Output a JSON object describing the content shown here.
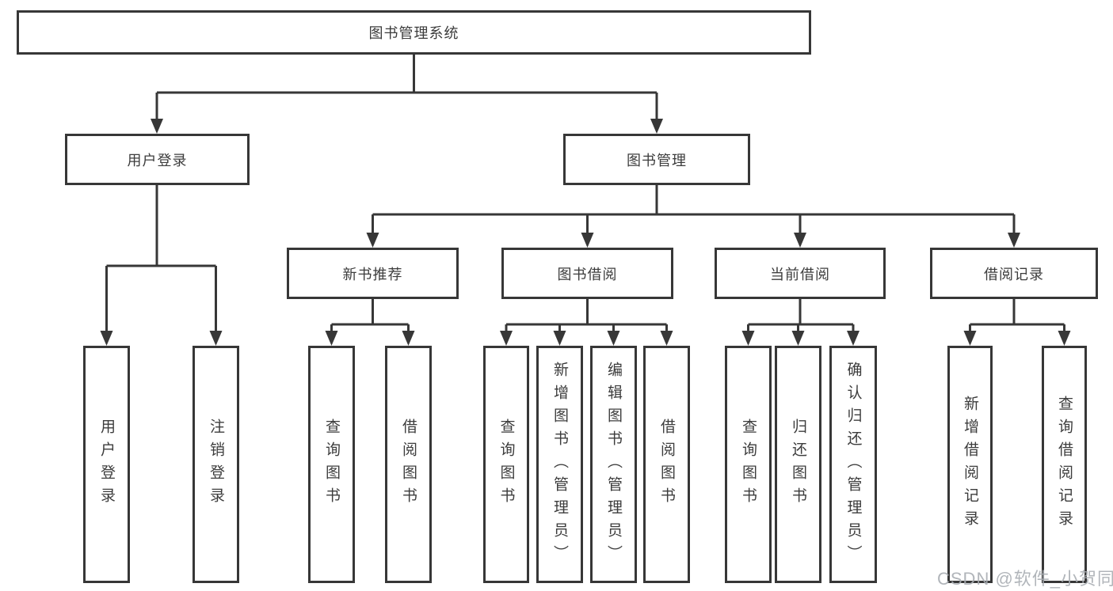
{
  "diagram": {
    "root_label": "图书管理系统",
    "branches": [
      {
        "label": "用户登录",
        "children": [
          {
            "label": "用户登录"
          },
          {
            "label": "注销登录"
          }
        ]
      },
      {
        "label": "图书管理",
        "children": [
          {
            "label": "新书推荐",
            "children": [
              {
                "label": "查询图书"
              },
              {
                "label": "借阅图书"
              }
            ]
          },
          {
            "label": "图书借阅",
            "children": [
              {
                "label": "查询图书"
              },
              {
                "label": "新增图书（管理员）"
              },
              {
                "label": "编辑图书（管理员）"
              },
              {
                "label": "借阅图书"
              }
            ]
          },
          {
            "label": "当前借阅",
            "children": [
              {
                "label": "查询图书"
              },
              {
                "label": "归还图书"
              },
              {
                "label": "确认归还（管理员）"
              }
            ]
          },
          {
            "label": "借阅记录",
            "children": [
              {
                "label": "新增借阅记录"
              },
              {
                "label": "查询借阅记录"
              }
            ]
          }
        ]
      }
    ]
  },
  "watermark": "CSDN @软件_小贺同学",
  "colors": {
    "line": "#373737",
    "text": "#3c3c3c",
    "background": "#ffffff",
    "watermark": "#a8adb2"
  }
}
